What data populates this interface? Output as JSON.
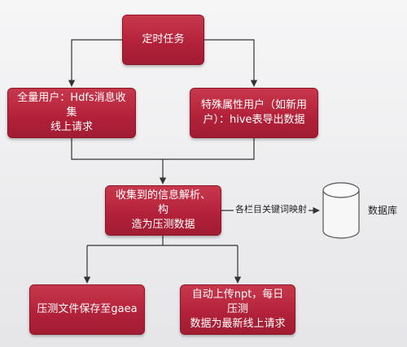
{
  "nodes": {
    "timer": {
      "lines": [
        "定时任务"
      ]
    },
    "full_users": {
      "lines": [
        "全量用户：Hdfs消息收集",
        "线上请求"
      ]
    },
    "special_users": {
      "lines": [
        "特殊属性用户（如新用",
        "户）：hive表导出数据"
      ]
    },
    "collect": {
      "lines": [
        "收集到的信息解析、构",
        "造为压测数据"
      ]
    },
    "save": {
      "lines": [
        "压测文件保存至gaea"
      ]
    },
    "upload": {
      "lines": [
        "自动上传npt，每日压测",
        "数据为最新线上请求"
      ]
    }
  },
  "edge_labels": {
    "mapping": "各栏目关键词映射"
  },
  "database": {
    "label": "数据库"
  },
  "colors": {
    "node_fill": "#b3223a",
    "node_text": "#ffffff",
    "connector": "#333333",
    "database_stroke": "#555555",
    "background": "#eeeef0"
  }
}
